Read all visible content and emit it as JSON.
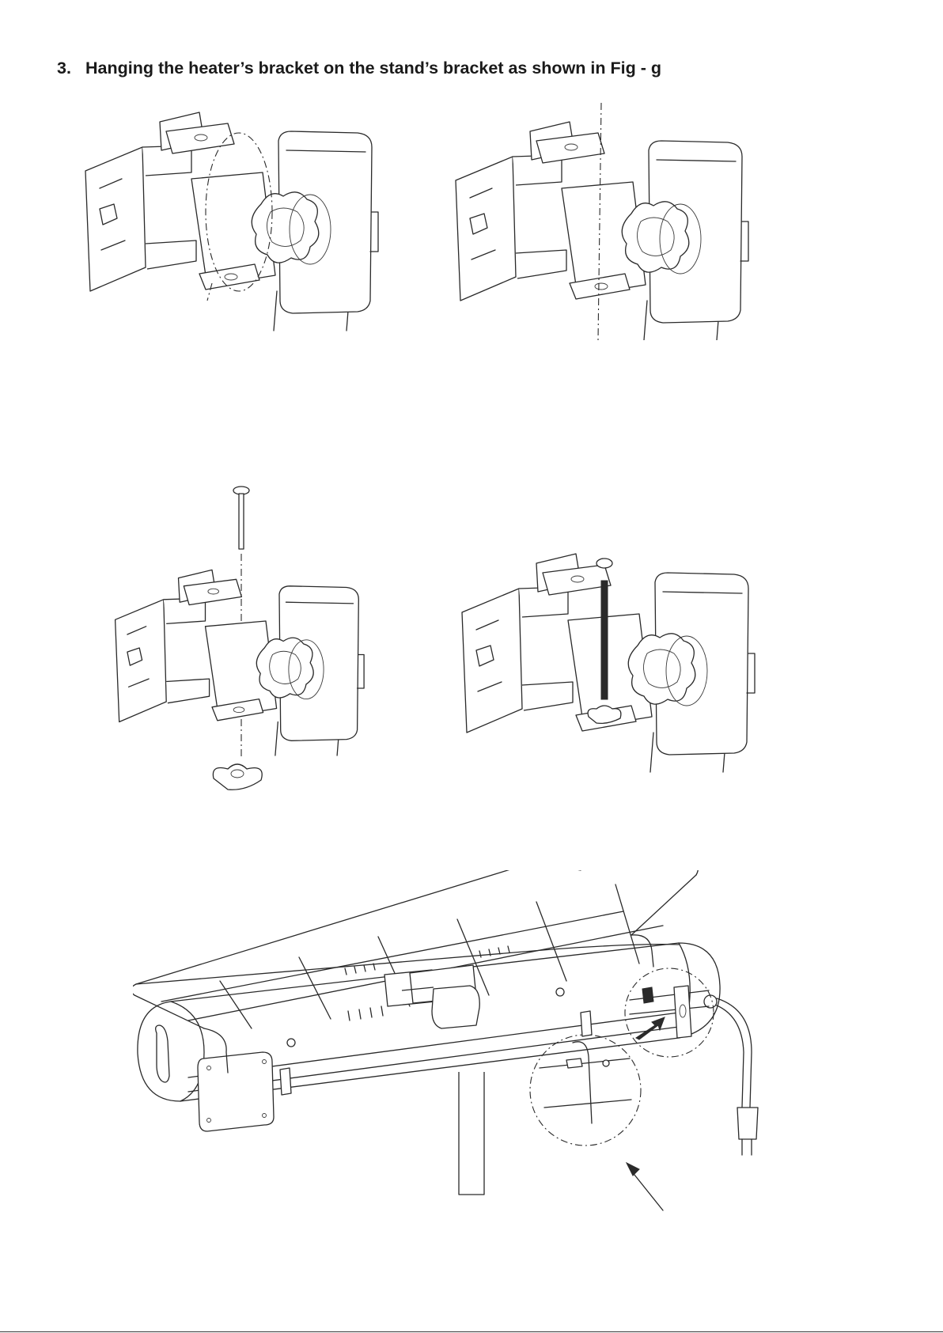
{
  "step": {
    "number": "3.",
    "text": "Hanging the heater’s bracket on the stand’s bracket as shown in Fig - g"
  },
  "figures": [
    {
      "id": "bracket-align",
      "icon": "bracket-hanging-illustration"
    },
    {
      "id": "bracket-hung",
      "icon": "bracket-engaged-illustration"
    },
    {
      "id": "bolt-insert",
      "icon": "bolt-and-wingnut-illustration"
    },
    {
      "id": "bolt-secured",
      "icon": "bolt-secured-illustration"
    },
    {
      "id": "heater-assembled",
      "icon": "heater-on-stand-illustration"
    }
  ]
}
